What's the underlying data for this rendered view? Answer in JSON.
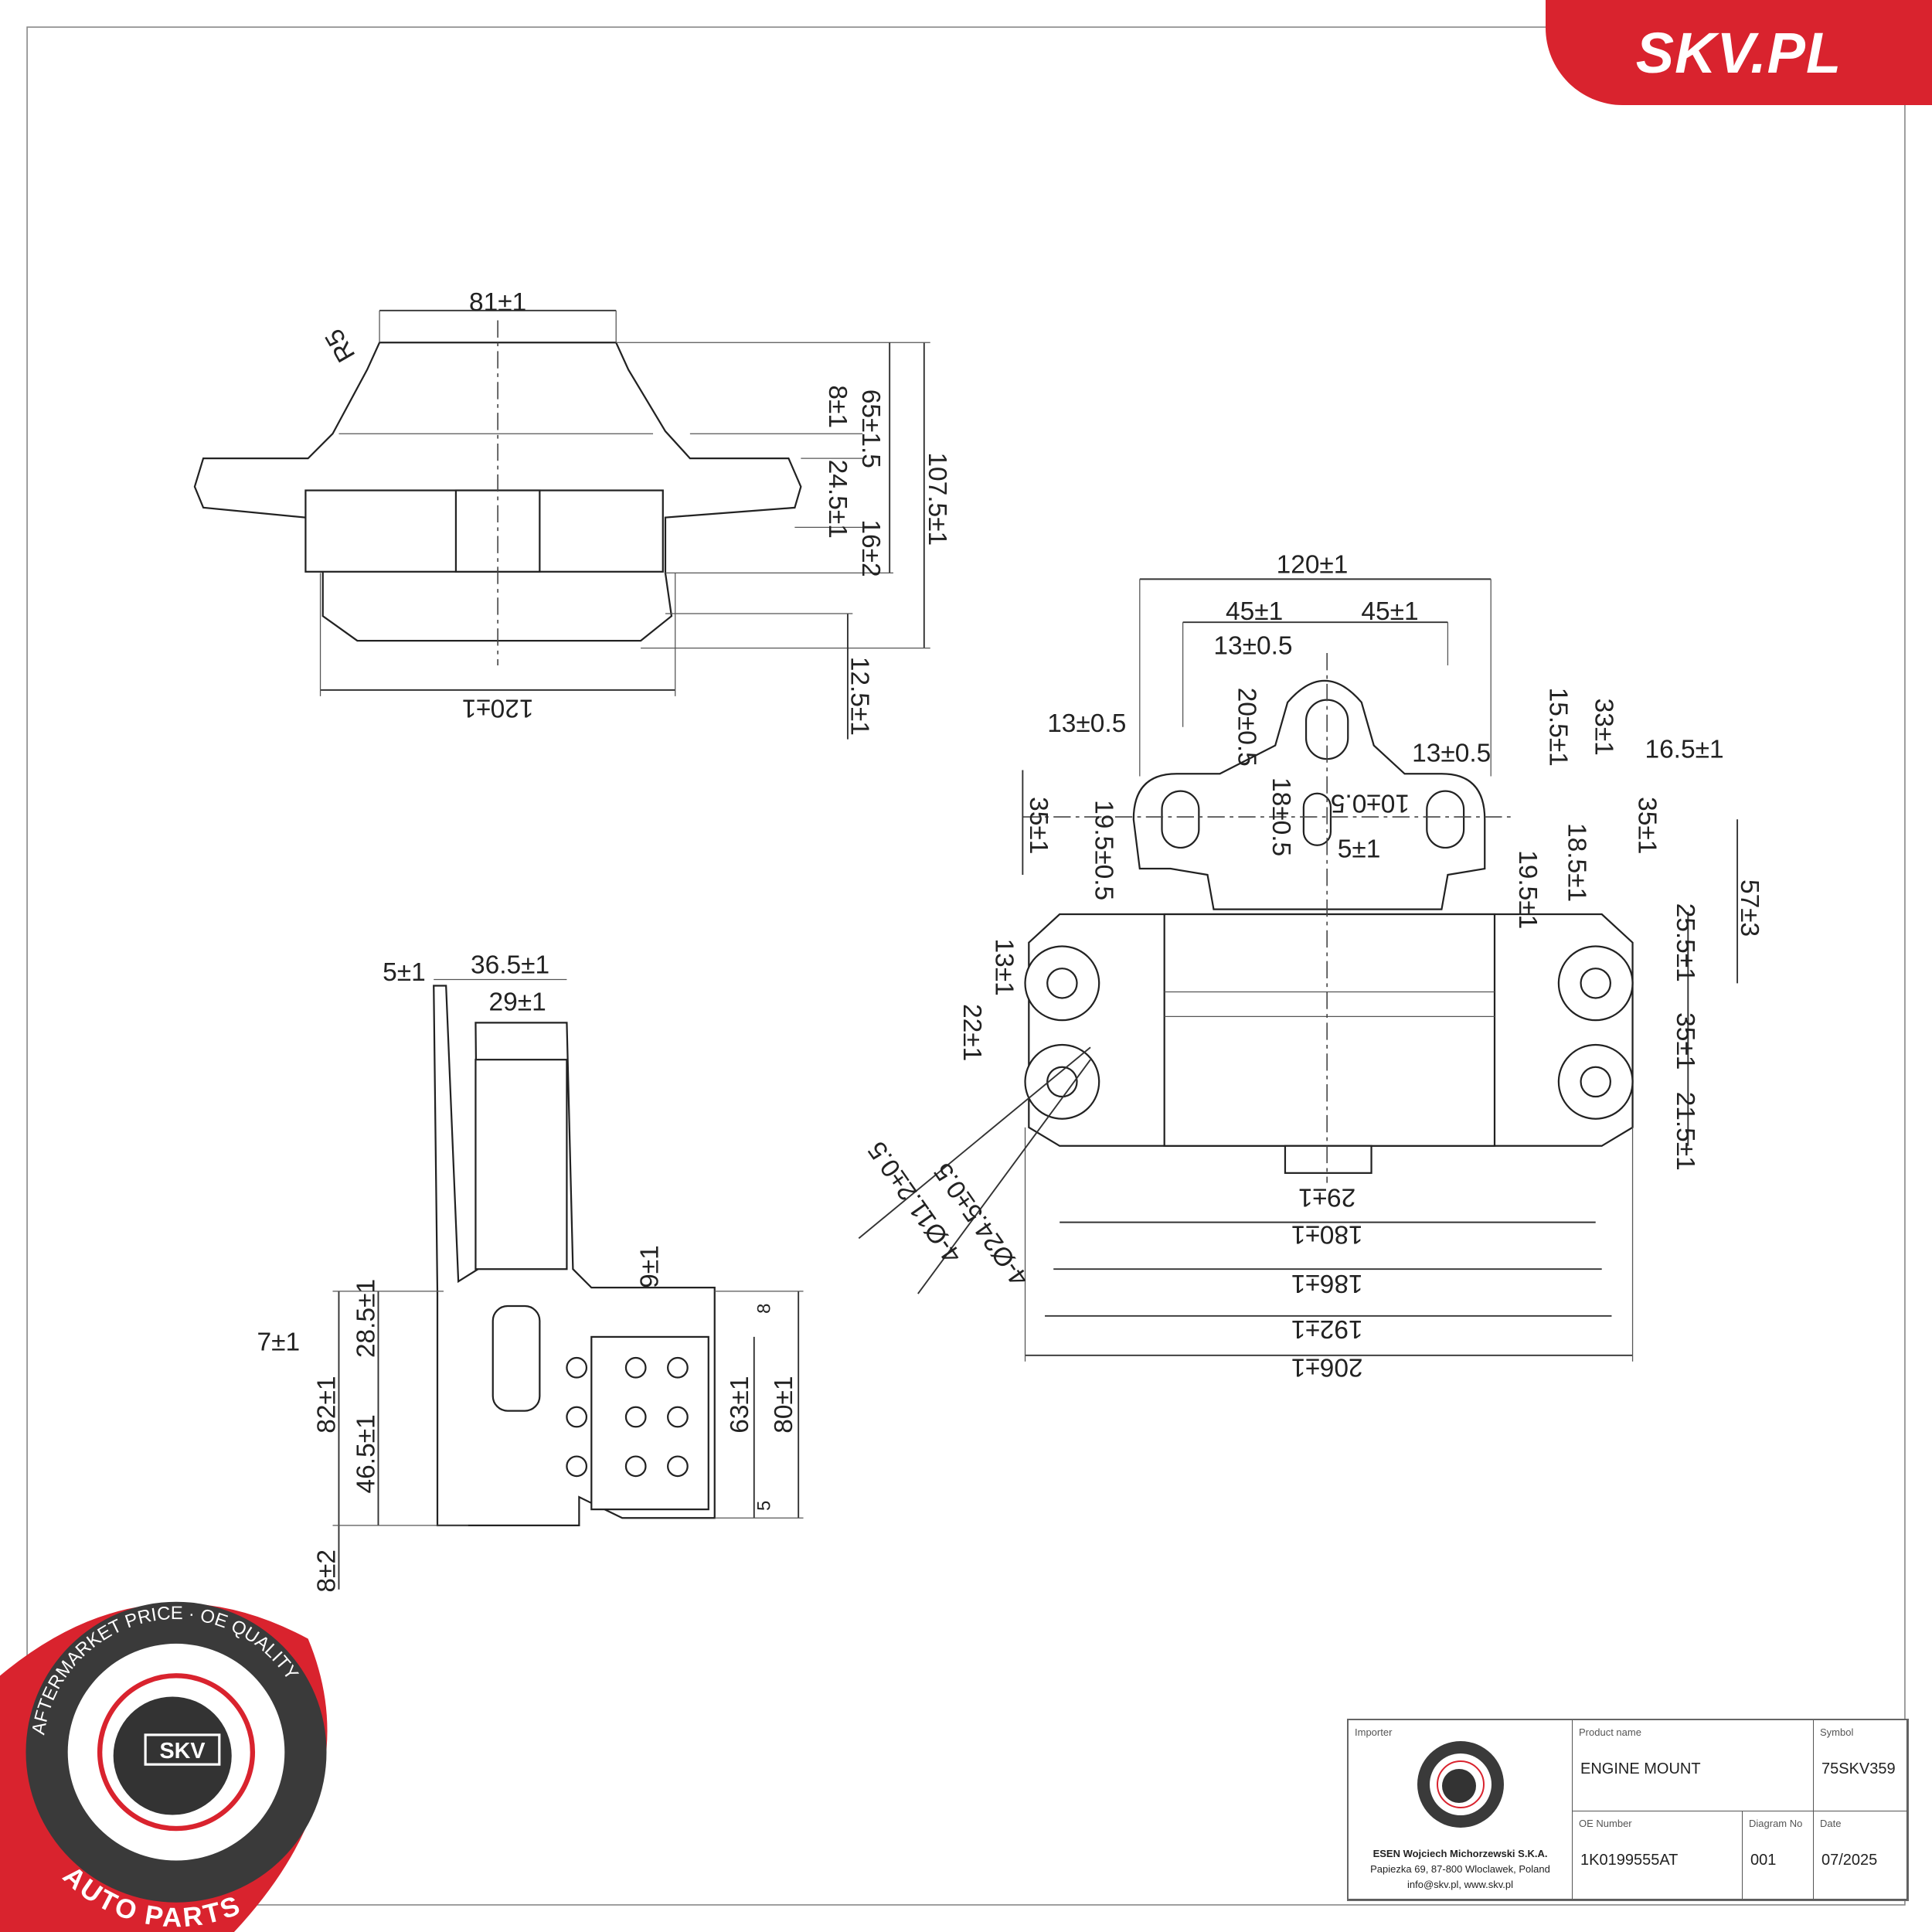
{
  "brand": {
    "site": "SKV.PL",
    "accent_color": "#d9232e"
  },
  "badge": {
    "ring_text_top": "AFTERMARKET PRICE · OE QUALITY",
    "ring_text_bottom": "AUTO PARTS",
    "center": "SKV"
  },
  "top_view": {
    "dims": [
      "81±1",
      "R5",
      "65±1.5",
      "8±1",
      "24.5±1",
      "16±2",
      "107.5±1",
      "120±1",
      "12.5±1"
    ]
  },
  "front_view": {
    "dims": [
      "120±1",
      "45±1",
      "45±1",
      "13±0.5",
      "13±0.5",
      "20±0.5",
      "15.5±1",
      "33±1",
      "16.5±1",
      "13±0.5",
      "18±0.5",
      "10±0.5",
      "35±1",
      "19.5±0.5",
      "5±1",
      "18.5±1",
      "35±1",
      "19.5±1",
      "57±3",
      "25.5±1",
      "13±1",
      "22±1",
      "35±1",
      "21.5±1",
      "4-Ø11.2±0.5",
      "4-Ø24.5±0.5",
      "29±1",
      "180±1",
      "186±1",
      "192±1",
      "206±1"
    ]
  },
  "side_view": {
    "dims": [
      "5±1",
      "36.5±1",
      "29±1",
      "9±1",
      "8",
      "7±1",
      "28.5±1",
      "82±1",
      "46.5±1",
      "63±1",
      "80±1",
      "5",
      "8±2"
    ]
  },
  "title_block": {
    "importer_label": "Importer",
    "importer_name": "ESEN Wojciech Michorzewski S.K.A.",
    "importer_address": "Papiezka 69, 87-800 Wloclawek, Poland",
    "importer_contact": "info@skv.pl, www.skv.pl",
    "product_name_label": "Product name",
    "product_name": "ENGINE MOUNT",
    "symbol_label": "Symbol",
    "symbol": "75SKV359",
    "oe_number_label": "OE Number",
    "oe_number": "1K0199555AT",
    "diagram_no_label": "Diagram No",
    "diagram_no": "001",
    "date_label": "Date",
    "date": "07/2025"
  }
}
